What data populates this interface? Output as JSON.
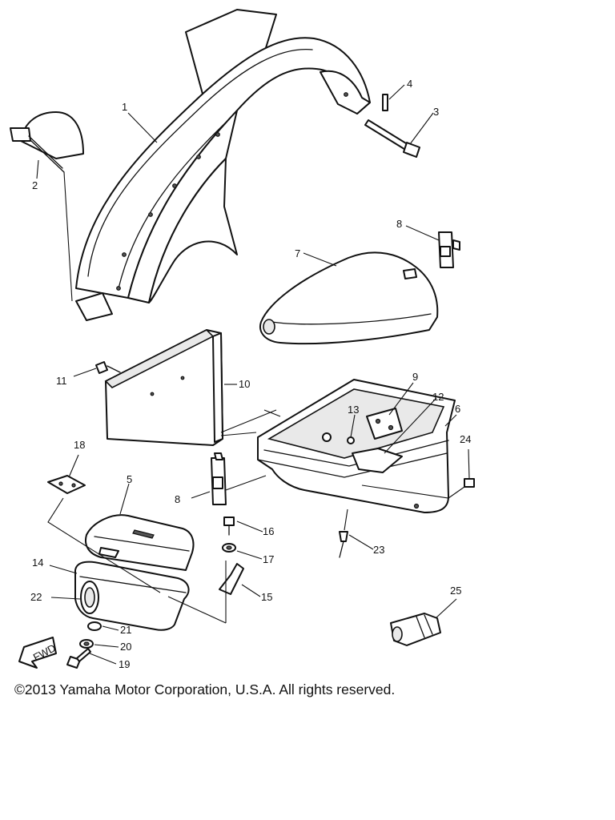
{
  "callouts": [
    {
      "id": "1",
      "label": "1"
    },
    {
      "id": "2",
      "label": "2"
    },
    {
      "id": "3",
      "label": "3"
    },
    {
      "id": "4",
      "label": "4"
    },
    {
      "id": "5",
      "label": "5"
    },
    {
      "id": "6",
      "label": "6"
    },
    {
      "id": "7",
      "label": "7"
    },
    {
      "id": "8a",
      "label": "8"
    },
    {
      "id": "8b",
      "label": "8"
    },
    {
      "id": "9",
      "label": "9"
    },
    {
      "id": "10",
      "label": "10"
    },
    {
      "id": "11",
      "label": "11"
    },
    {
      "id": "12",
      "label": "12"
    },
    {
      "id": "13",
      "label": "13"
    },
    {
      "id": "14",
      "label": "14"
    },
    {
      "id": "15",
      "label": "15"
    },
    {
      "id": "16",
      "label": "16"
    },
    {
      "id": "17",
      "label": "17"
    },
    {
      "id": "18",
      "label": "18"
    },
    {
      "id": "19",
      "label": "19"
    },
    {
      "id": "20",
      "label": "20"
    },
    {
      "id": "21",
      "label": "21"
    },
    {
      "id": "22",
      "label": "22"
    },
    {
      "id": "23",
      "label": "23"
    },
    {
      "id": "24",
      "label": "24"
    },
    {
      "id": "25",
      "label": "25"
    }
  ],
  "fwd_label": "FWD",
  "copyright": "©2013 Yamaha Motor Corporation, U.S.A. All rights reserved."
}
